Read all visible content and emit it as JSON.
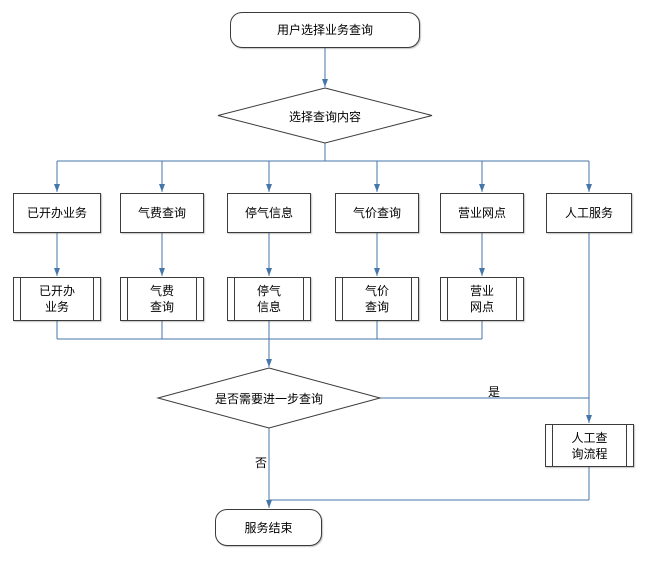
{
  "flow": {
    "start": "用户选择业务查询",
    "decision_select": "选择查询内容",
    "branches": [
      {
        "label": "已开办业务",
        "sub": [
          "已开办",
          "业务"
        ]
      },
      {
        "label": "气费查询",
        "sub": [
          "气费",
          "查询"
        ]
      },
      {
        "label": "停气信息",
        "sub": [
          "停气",
          "信息"
        ]
      },
      {
        "label": "气价查询",
        "sub": [
          "气价",
          "查询"
        ]
      },
      {
        "label": "营业网点",
        "sub": [
          "营业",
          "网点"
        ]
      },
      {
        "label": "人工服务"
      }
    ],
    "decision_further": "是否需要进一步查询",
    "manual_flow": [
      "人工查",
      "询流程"
    ],
    "end": "服务结束",
    "labels": {
      "yes": "是",
      "no": "否"
    },
    "colors": {
      "connector": "#4576a8",
      "border": "#3b3b3b",
      "text": "#000000",
      "background": "#ffffff"
    }
  }
}
